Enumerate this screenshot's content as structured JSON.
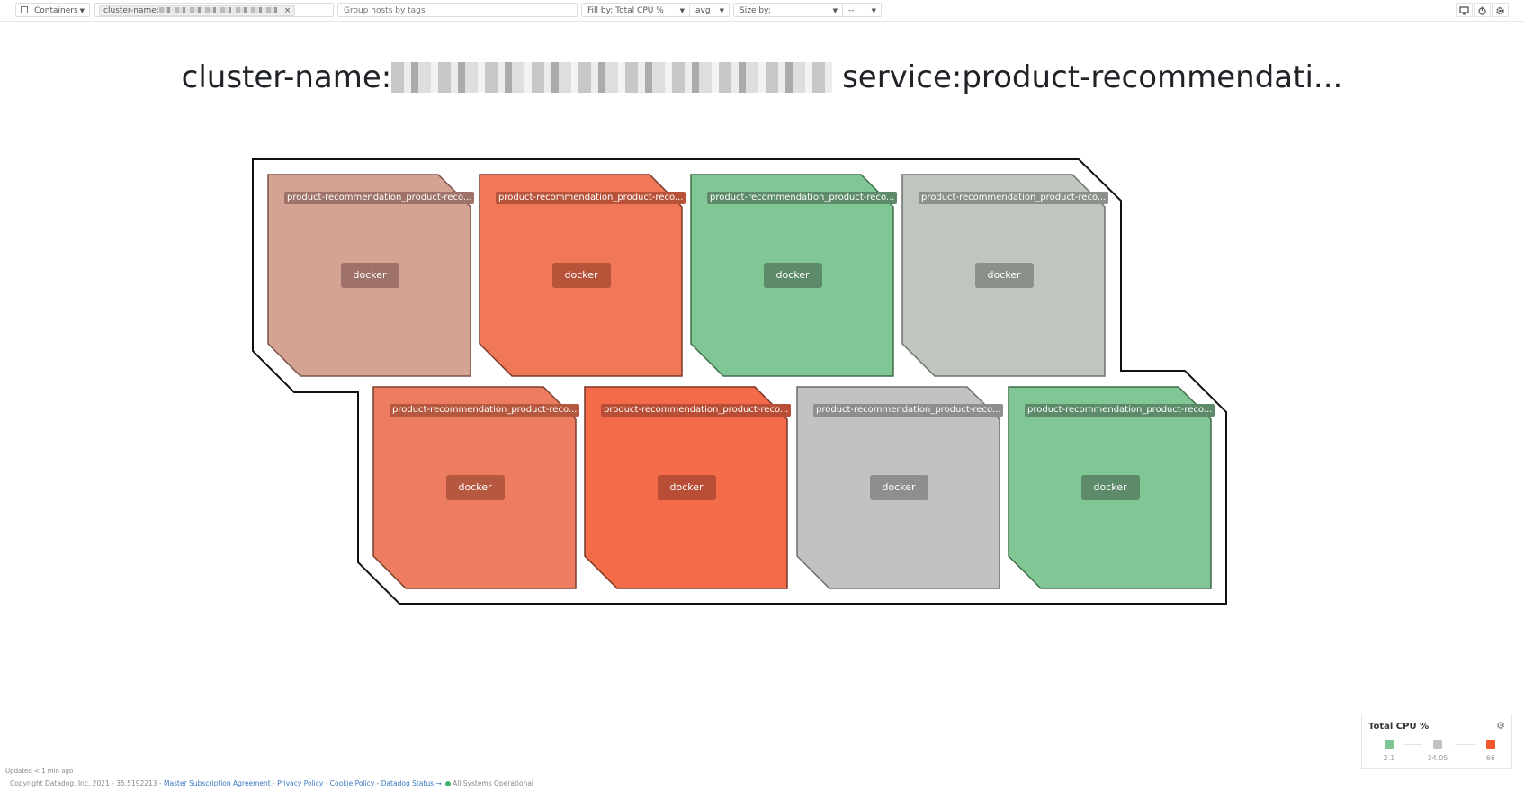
{
  "toolbar": {
    "view_select": {
      "label": "Containers",
      "icon": "containers-grid-icon"
    },
    "filter": {
      "prefix": "cluster-name:",
      "clear": "×"
    },
    "group_placeholder": "Group hosts by tags",
    "fill_by": "Fill by: Total CPU %",
    "aggregation": "avg",
    "size_by": "Size by:",
    "size_agg": "--",
    "icons": [
      "monitor-icon",
      "power-icon",
      "gear-icon"
    ]
  },
  "title": {
    "prefix": "cluster-name:",
    "suffix": " service:product-recommendati..."
  },
  "tiles": [
    {
      "label": "product-recommendation_product-reco...",
      "badge": "docker",
      "fill": "#d4a394",
      "stroke": "#7a5148",
      "tag": "#9e7268"
    },
    {
      "label": "product-recommendation_product-reco...",
      "badge": "docker",
      "fill": "#f07757",
      "stroke": "#7a3a29",
      "tag": "#b85239"
    },
    {
      "label": "product-recommendation_product-reco...",
      "badge": "docker",
      "fill": "#80c795",
      "stroke": "#3f6d4c",
      "tag": "#5d8b6a"
    },
    {
      "label": "product-recommendation_product-reco...",
      "badge": "docker",
      "fill": "#c0c5c0",
      "stroke": "#6e716e",
      "tag": "#8b908b"
    },
    {
      "label": "product-recommendation_product-reco...",
      "badge": "docker",
      "fill": "#ed7c60",
      "stroke": "#7a3e2e",
      "tag": "#b5583f"
    },
    {
      "label": "product-recommendation_product-reco...",
      "badge": "docker",
      "fill": "#f46b49",
      "stroke": "#7a3424",
      "tag": "#b84e35"
    },
    {
      "label": "product-recommendation_product-reco...",
      "badge": "docker",
      "fill": "#c2c2c2",
      "stroke": "#6e6e6e",
      "tag": "#8e8e8e"
    },
    {
      "label": "product-recommendation_product-reco...",
      "badge": "docker",
      "fill": "#80c795",
      "stroke": "#3f6d4c",
      "tag": "#5d8b6a"
    }
  ],
  "legend": {
    "title": "Total CPU %",
    "min": "2.1",
    "mid": "34.05",
    "max": "66",
    "colors": {
      "min": "#7dc693",
      "mid": "#c3c3c3",
      "max": "#f4592e"
    }
  },
  "updated": "Updated < 1 min ago",
  "footer": {
    "copyright": "Copyright Datadog, Inc. 2021 - 35.5192213 - ",
    "links": [
      "Master Subscription Agreement",
      "Privacy Policy",
      "Cookie Policy",
      "Datadog Status →"
    ],
    "status": "All Systems Operational"
  }
}
